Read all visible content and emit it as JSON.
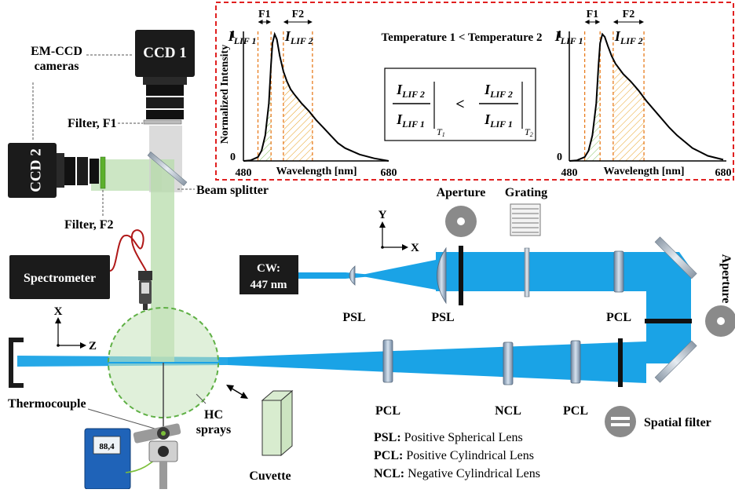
{
  "colors": {
    "laser_beam": "#1aa3e6",
    "green_beam": "#b7dcab",
    "dashed_border": "#e02020",
    "filter_band": "#e87c1e",
    "device_dark": "#1b1b1b",
    "thermometer_body": "#1f63b8"
  },
  "labels": {
    "emccd": "EM-CCD",
    "cameras": "cameras",
    "ccd1": "CCD 1",
    "ccd2": "CCD 2",
    "filter_f1": "Filter, F1",
    "filter_f2": "Filter, F2",
    "beam_splitter": "Beam splitter",
    "spectrometer": "Spectrometer",
    "cw": "CW:",
    "cw_wavelength": "447 nm",
    "aperture": "Aperture",
    "grating": "Grating",
    "aperture_right": "Aperture",
    "axis_x": "X",
    "axis_y": "Y",
    "axis_z": "Z",
    "psl": "PSL",
    "pcl": "PCL",
    "ncl": "NCL",
    "spatial_filter": "Spatial filter",
    "thermocouple": "Thermocouple",
    "hc": "HC",
    "sprays": "sprays",
    "cuvette": "Cuvette",
    "thermo_reading": "88,4",
    "temp_comparison": "Temperature 1 < Temperature 2",
    "lt": "<",
    "I": "I",
    "lif2": "LIF 2",
    "lif1": "LIF 1",
    "t1": "T",
    "t1_sub": "1",
    "t2": "T",
    "t2_sub": "2"
  },
  "legend": [
    {
      "abbr": "PSL:",
      "text": "Positive Spherical Lens"
    },
    {
      "abbr": "PCL:",
      "text": "Positive Cylindrical Lens"
    },
    {
      "abbr": "NCL:",
      "text": "Negative Cylindrical Lens"
    }
  ],
  "chart_data": [
    {
      "type": "line",
      "ylabel": "Normalized Intensity",
      "xlabel": "Wavelength [nm]",
      "x_ticks": [
        "480",
        "680"
      ],
      "y_ticks": [
        "0",
        "1"
      ],
      "xlim": [
        480,
        680
      ],
      "ylim": [
        0,
        1
      ],
      "bands": [
        {
          "name": "F1",
          "curve_label": "I",
          "curve_sub": "LIF 1",
          "range": [
            500,
            518
          ]
        },
        {
          "name": "F2",
          "curve_label": "I",
          "curve_sub": "LIF 2",
          "range": [
            535,
            575
          ]
        }
      ],
      "x": [
        480,
        490,
        500,
        505,
        510,
        515,
        518,
        520,
        523,
        526,
        530,
        535,
        540,
        545,
        550,
        560,
        570,
        580,
        590,
        600,
        610,
        620,
        640,
        660,
        680
      ],
      "y": [
        0.0,
        0.005,
        0.03,
        0.08,
        0.2,
        0.45,
        0.75,
        0.92,
        0.99,
        0.95,
        0.82,
        0.7,
        0.62,
        0.56,
        0.52,
        0.45,
        0.39,
        0.32,
        0.26,
        0.2,
        0.14,
        0.1,
        0.05,
        0.02,
        0.0
      ]
    },
    {
      "type": "line",
      "ylabel": "",
      "xlabel": "Wavelength [nm]",
      "x_ticks": [
        "480",
        "680"
      ],
      "y_ticks": [
        "0",
        "1"
      ],
      "xlim": [
        480,
        680
      ],
      "ylim": [
        0,
        1
      ],
      "bands": [
        {
          "name": "F1",
          "curve_label": "I",
          "curve_sub": "LIF 1",
          "range": [
            500,
            520
          ]
        },
        {
          "name": "F2",
          "curve_label": "I",
          "curve_sub": "LIF 2",
          "range": [
            537,
            577
          ]
        }
      ],
      "x": [
        480,
        490,
        500,
        505,
        510,
        515,
        518,
        520,
        523,
        526,
        530,
        535,
        540,
        545,
        550,
        560,
        570,
        580,
        590,
        600,
        610,
        620,
        640,
        660,
        680
      ],
      "y": [
        0.0,
        0.005,
        0.03,
        0.08,
        0.2,
        0.45,
        0.75,
        0.92,
        0.99,
        0.97,
        0.9,
        0.82,
        0.76,
        0.72,
        0.68,
        0.62,
        0.55,
        0.47,
        0.4,
        0.33,
        0.26,
        0.2,
        0.1,
        0.04,
        0.01
      ]
    }
  ]
}
